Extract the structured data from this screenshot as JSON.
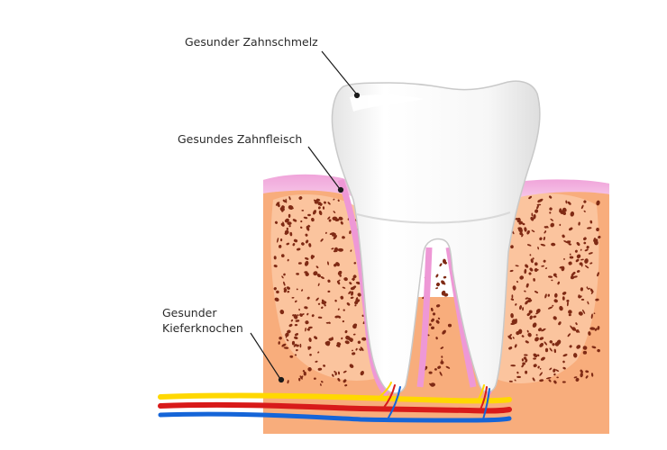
{
  "labels": {
    "enamel": "Gesunder Zahnschmelz",
    "gum": "Gesundes Zahnfleisch",
    "bone_line1": "Gesunder",
    "bone_line2": "Kieferknochen"
  },
  "colors": {
    "background": "#ffffff",
    "bone": "#f8ad7c",
    "bone_pores": "#7f2a14",
    "gum": "#ef9fd6",
    "gum_light": "#f7c6e6",
    "tooth": "#f5f5f5",
    "tooth_outline": "#c9c9c9",
    "nerve": "#ffd800",
    "artery": "#d81a1a",
    "vein": "#1565d8",
    "leader_line": "#1a1a1a"
  }
}
